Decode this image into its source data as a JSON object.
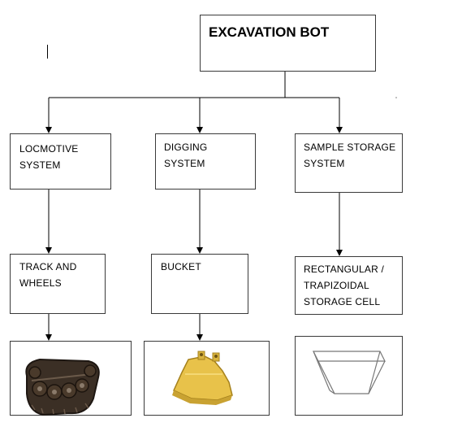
{
  "diagram": {
    "root": {
      "label": "EXCAVATION BOT"
    },
    "branches": [
      {
        "system": "LOCMOTIVE\nSYSTEM",
        "component": "TRACK AND\nWHEELS",
        "image": "crawler-track-icon"
      },
      {
        "system": "DIGGING\nSYSTEM",
        "component": "BUCKET",
        "image": "excavator-bucket-icon"
      },
      {
        "system": "SAMPLE STORAGE\nSYSTEM",
        "component": "RECTANGULAR /\nTRAPIZOIDAL\nSTORAGE CELL",
        "image": "storage-cell-icon"
      }
    ]
  },
  "colors": {
    "line": "#000000",
    "border": "#3a3a3a",
    "bucket": "#e8c24a"
  }
}
